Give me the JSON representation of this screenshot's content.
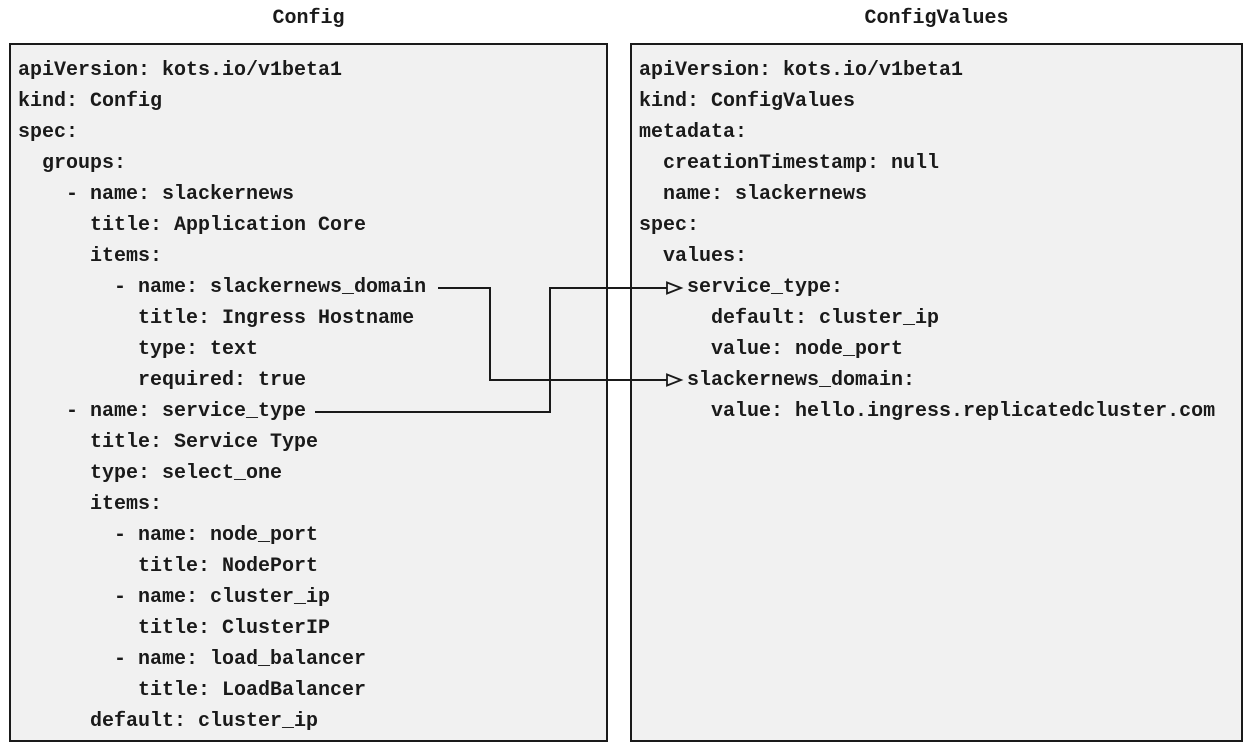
{
  "panels": {
    "config": {
      "title": "Config",
      "code": "apiVersion: kots.io/v1beta1\nkind: Config\nspec:\n  groups:\n    - name: slackernews\n      title: Application Core\n      items:\n        - name: slackernews_domain\n          title: Ingress Hostname\n          type: text\n          required: true\n    - name: service_type\n      title: Service Type\n      type: select_one\n      items:\n        - name: node_port\n          title: NodePort\n        - name: cluster_ip\n          title: ClusterIP\n        - name: load_balancer\n          title: LoadBalancer\n      default: cluster_ip"
    },
    "config_values": {
      "title": "ConfigValues",
      "code": "apiVersion: kots.io/v1beta1\nkind: ConfigValues\nmetadata:\n  creationTimestamp: null\n  name: slackernews\nspec:\n  values:\n    service_type:\n      default: cluster_ip\n      value: node_port\n    slackernews_domain:\n      value: hello.ingress.replicatedcluster.com"
    }
  },
  "connectors": [
    {
      "from": "Config item slackernews_domain",
      "to": "ConfigValues value slackernews_domain"
    },
    {
      "from": "Config item service_type",
      "to": "ConfigValues value service_type"
    }
  ],
  "colors": {
    "page_bg": "#ffffff",
    "panel_bg": "#f1f1f1",
    "panel_border": "#1a1a1a",
    "text": "#1a1a1a",
    "connector": "#1a1a1a"
  }
}
